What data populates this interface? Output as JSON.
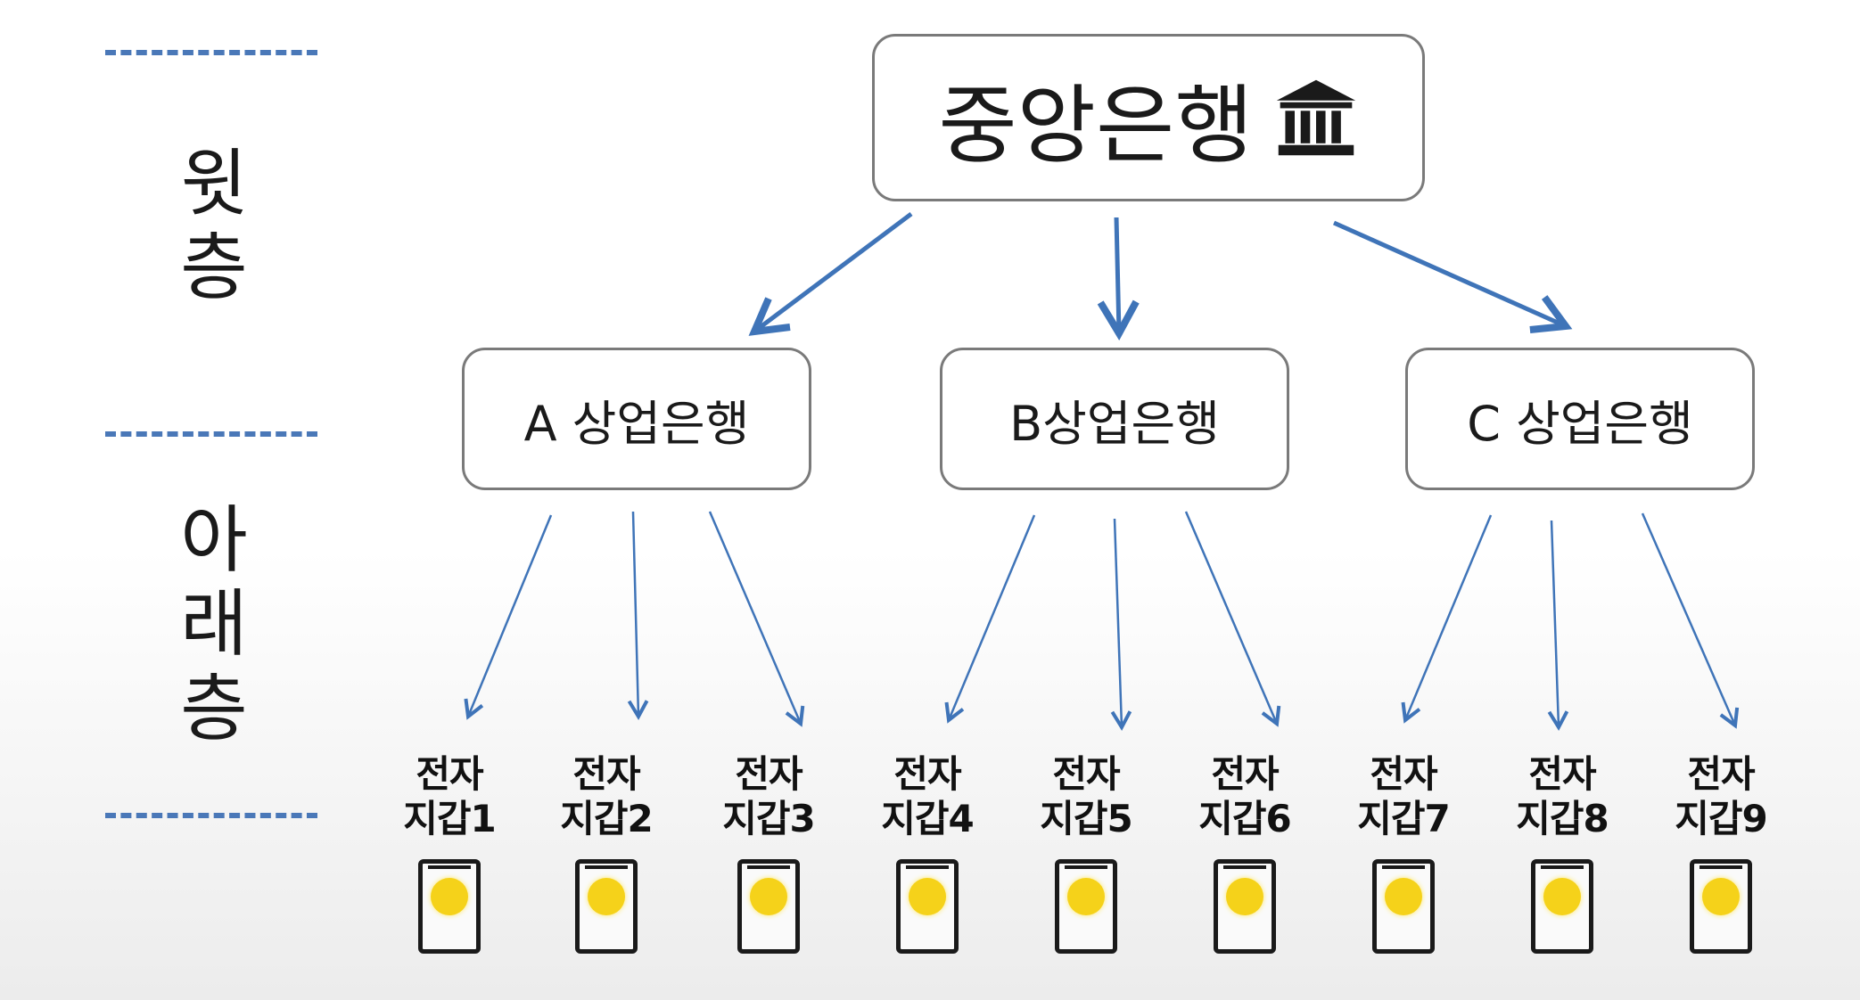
{
  "layers": {
    "upper": "윗층",
    "lower": "아래층"
  },
  "central_bank": {
    "label": "중앙은행",
    "icon": "bank-building-icon"
  },
  "commercial_banks": [
    {
      "label": "A 상업은행"
    },
    {
      "label": "B상업은행"
    },
    {
      "label": "C 상업은행"
    }
  ],
  "wallets": [
    {
      "line1": "전자",
      "line2": "지갑1"
    },
    {
      "line1": "전자",
      "line2": "지갑2"
    },
    {
      "line1": "전자",
      "line2": "지갑3"
    },
    {
      "line1": "전자",
      "line2": "지갑4"
    },
    {
      "line1": "전자",
      "line2": "지갑5"
    },
    {
      "line1": "전자",
      "line2": "지갑6"
    },
    {
      "line1": "전자",
      "line2": "지갑7"
    },
    {
      "line1": "전자",
      "line2": "지갑8"
    },
    {
      "line1": "전자",
      "line2": "지갑9"
    }
  ],
  "colors": {
    "arrow": "#3f74b8",
    "divider": "#4a78b8",
    "coin": "#f5d21a"
  }
}
